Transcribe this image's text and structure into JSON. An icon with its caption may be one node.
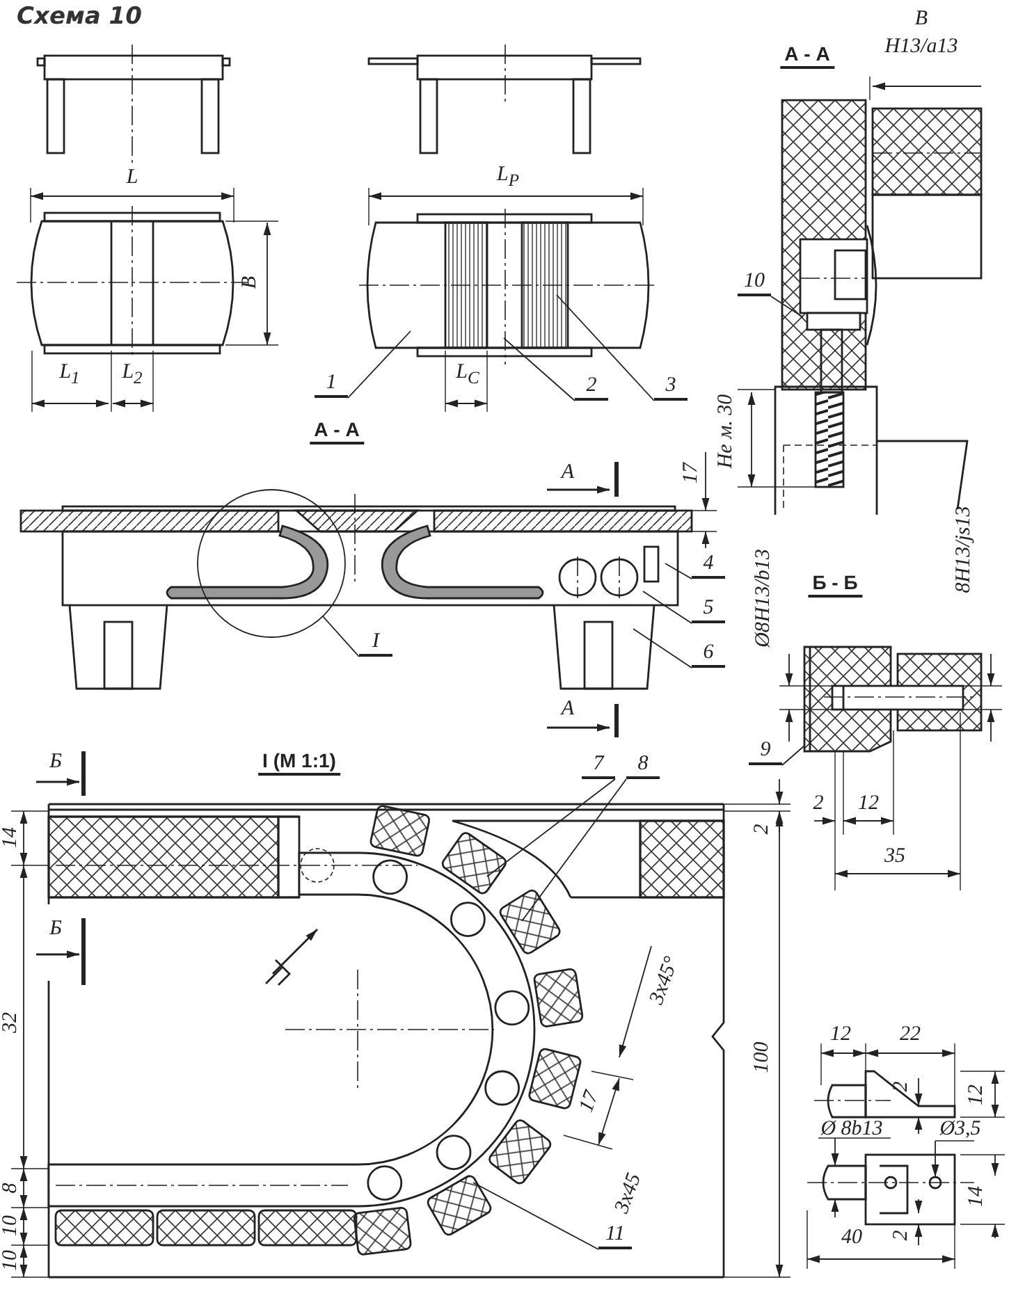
{
  "diagram": {
    "title": "Схема 10",
    "nodes": [
      {
        "text": [
          "10"
        ]
      },
      {
        "text": [
          "1"
        ]
      },
      {
        "text": [
          "2"
        ]
      },
      {
        "text": [
          "3"
        ]
      },
      {
        "text": [
          "4"
        ]
      },
      {
        "text": [
          "5"
        ]
      },
      {
        "text": [
          "6"
        ]
      },
      {
        "text": [
          "I"
        ]
      },
      {
        "text": [
          "9"
        ]
      },
      {
        "text": [
          "7"
        ]
      },
      {
        "text": [
          "8"
        ]
      },
      {
        "text": [
          "11"
        ]
      }
    ],
    "edges": [
      {
        "from": 0,
        "to": null,
        "arrow": "none"
      },
      {
        "from": 1,
        "to": null,
        "arrow": "none"
      },
      {
        "from": 2,
        "to": null,
        "arrow": "none"
      },
      {
        "from": 3,
        "to": null,
        "arrow": "none"
      },
      {
        "from": 4,
        "to": null,
        "arrow": "none"
      },
      {
        "from": 5,
        "to": null,
        "arrow": "none"
      },
      {
        "from": 6,
        "to": null,
        "arrow": "none"
      },
      {
        "from": 7,
        "to": null,
        "arrow": "none"
      },
      {
        "from": 8,
        "to": null,
        "arrow": "none"
      },
      {
        "from": 9,
        "to": null,
        "arrow": "none"
      },
      {
        "from": 10,
        "to": null,
        "arrow": "none"
      },
      {
        "from": 11,
        "to": null,
        "arrow": "none"
      }
    ],
    "labels": [
      "L",
      "L$_{P}$",
      "B",
      "L$_{1}$",
      "L$_{2}$",
      "L$_{C}$",
      "А - А",
      "B",
      "H13/a13",
      "Не м. 30",
      "А - А",
      "А",
      "17",
      "А",
      "Б - Б",
      "Ø8H13/b13",
      "8H13/js13",
      "2",
      "12",
      "35",
      "Б",
      "I (M 1:1)",
      "Б",
      "14",
      "32",
      "8",
      "10",
      "10",
      "2",
      "100",
      "3x45°",
      "17",
      "3x45",
      "12",
      "22",
      "2",
      "12",
      "Ø 8b13",
      "Ø3,5",
      "14",
      "40",
      "2"
    ]
  }
}
